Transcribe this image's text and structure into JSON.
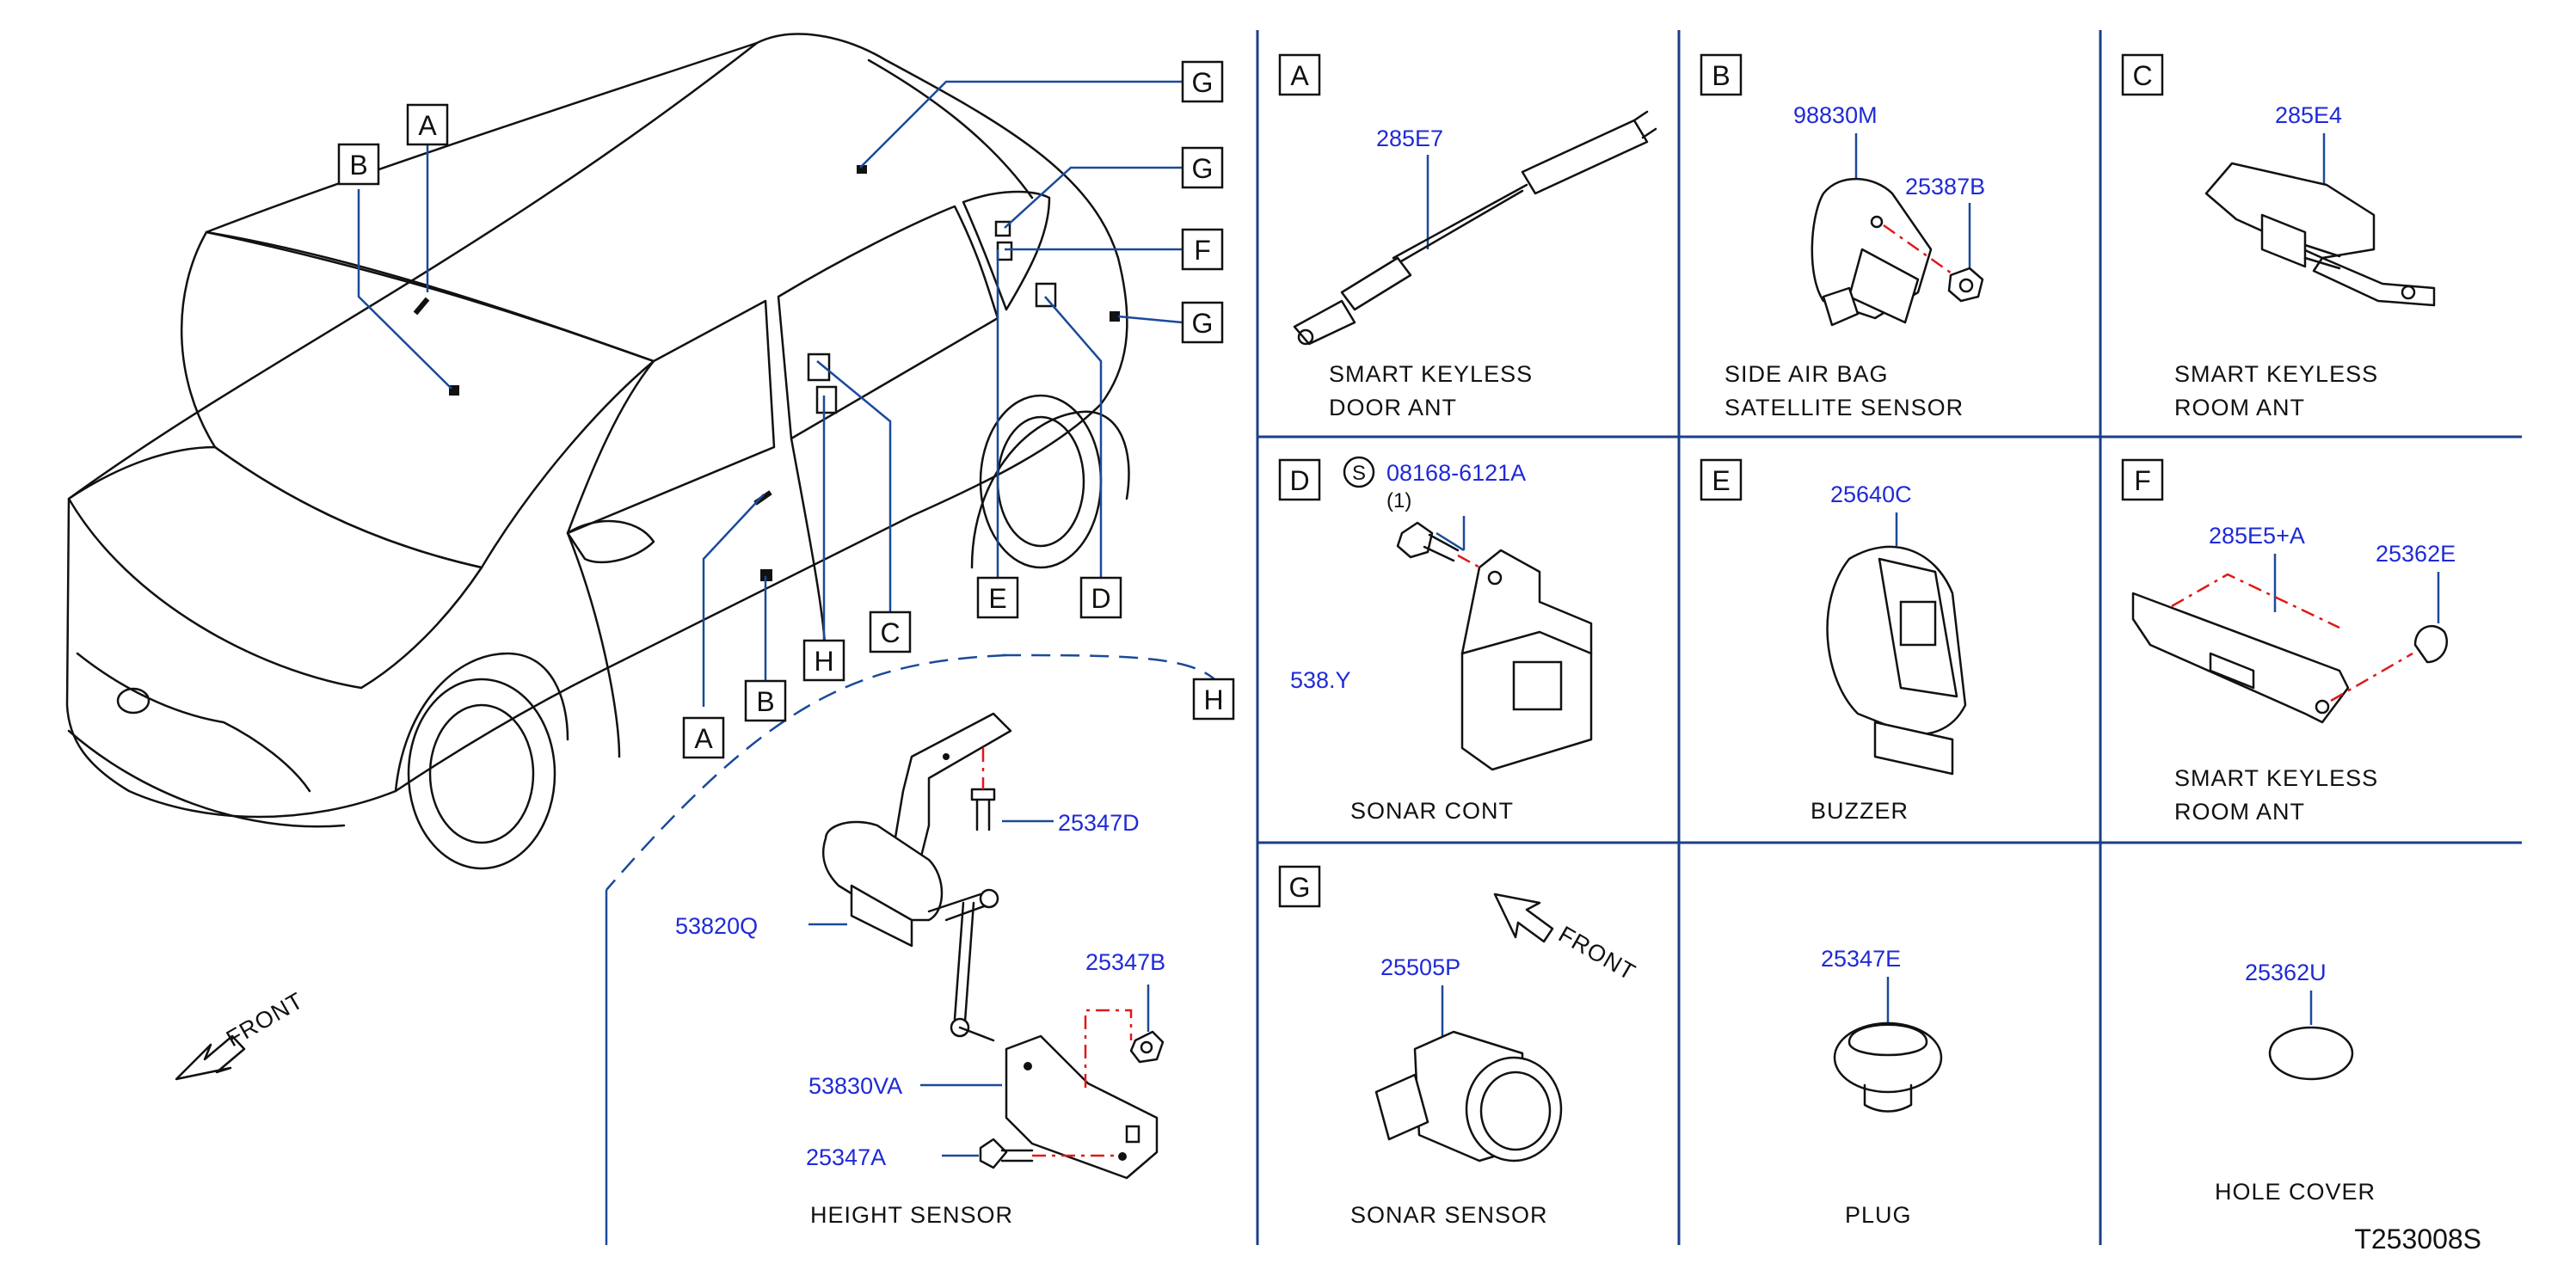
{
  "diagram_code": "T253008S",
  "front_label": "FRONT",
  "callouts": {
    "a_top": "A",
    "a_bottom": "A",
    "b_top": "B",
    "b_bottom": "B",
    "c": "C",
    "d": "D",
    "e": "E",
    "f": "F",
    "g1": "G",
    "g2": "G",
    "g3": "G",
    "h_left": "H",
    "h_right": "H"
  },
  "panels": {
    "A": {
      "label": "A",
      "part": "285E7",
      "caption1": "SMART   KEYLESS",
      "caption2": "DOOR   ANT"
    },
    "B": {
      "label": "B",
      "part1": "98830M",
      "part2": "25387B",
      "caption1": "SIDE   AIR   BAG",
      "caption2": "SATELLITE   SENSOR"
    },
    "C": {
      "label": "C",
      "part": "285E4",
      "caption1": "SMART   KEYLESS",
      "caption2": "ROOM   ANT"
    },
    "D": {
      "label": "D",
      "s_symbol": "S",
      "part": "08168-6121A",
      "qty": "(1)",
      "part2": "538.Y",
      "caption1": "SONAR   CONT"
    },
    "E": {
      "label": "E",
      "part": "25640C",
      "caption1": "BUZZER"
    },
    "F": {
      "label": "F",
      "part1": "285E5+A",
      "part2": "25362E",
      "caption1": "SMART   KEYLESS",
      "caption2": "ROOM   ANT"
    },
    "G": {
      "label": "G",
      "part": "25505P",
      "caption1": "SONAR   SENSOR"
    },
    "plug": {
      "part": "25347E",
      "caption1": "PLUG"
    },
    "hole": {
      "part": "25362U",
      "caption1": "HOLE   COVER"
    },
    "H": {
      "part_bolt_top": "25347D",
      "part_sensor": "53820Q",
      "part_nut": "25347B",
      "part_bracket": "53830VA",
      "part_bolt_bottom": "25347A",
      "caption1": "HEIGHT   SENSOR"
    }
  }
}
